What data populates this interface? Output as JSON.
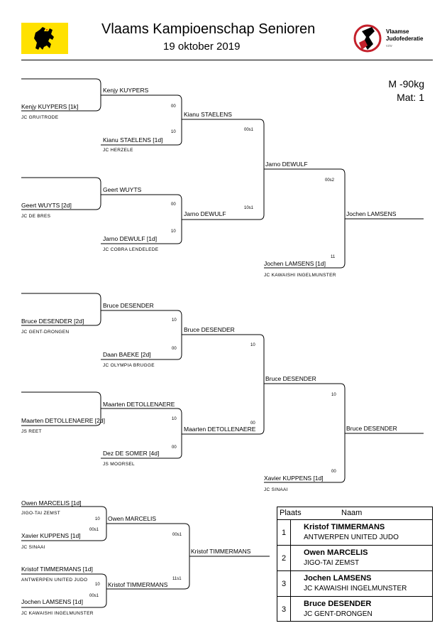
{
  "header": {
    "title": "Vlaams Kampioenschap Senioren",
    "date": "19 oktober 2019",
    "federation_logo_text": "Vlaamse Judofederatie",
    "federation_logo_sub": "vzw"
  },
  "category": {
    "weight": "M -90kg",
    "mat": "Mat: 1"
  },
  "pool1": {
    "r1a_name": "Kenjy KUYPERS [1k]",
    "r1a_club": "JC GRUITRODE",
    "r1b_name": "Kianu STAELENS [1d]",
    "r1b_club": "JC HERZELE",
    "r1c_name": "Geert WUYTS [2d]",
    "r1c_club": "JC DE BRES",
    "r1d_name": "Jarno DEWULF [1d]",
    "r1d_club": "JC COBRA LENDELEDE",
    "w_a": "Kenjy KUYPERS",
    "s_a": "00",
    "w_b_score": "10",
    "w_c": "Geert WUYTS",
    "s_c": "00",
    "w_d_score": "10",
    "r2_top": "Kianu STAELENS",
    "r2_top_score": "00s1",
    "r2_bot": "Jarno DEWULF",
    "r2_bot_score": "10s1",
    "r3": "Jarno DEWULF",
    "r3_score": "00s2",
    "bye_name": "Jochen LAMSENS [1d]",
    "bye_club": "JC KAWAISHI INGELMUNSTER",
    "bye_score": "11",
    "final": "Jochen LAMSENS"
  },
  "pool2": {
    "r1a_name": "Bruce DESENDER [2d]",
    "r1a_club": "JC GENT-DRONGEN",
    "r1b_name": "Daan BAEKE [2d]",
    "r1b_club": "JC OLYMPIA BRUGGE",
    "r1c_name": "Maarten DETOLLENAERE [2d]",
    "r1c_club": "JS REET",
    "r1d_name": "Dez DE SOMER [4d]",
    "r1d_club": "JS MOORSEL",
    "w_a": "Bruce DESENDER",
    "s_a": "10",
    "w_b_score": "00",
    "w_c": "Maarten DETOLLENAERE",
    "s_c": "10",
    "w_d_score": "00",
    "r2_top": "Bruce DESENDER",
    "r2_top_score": "10",
    "r2_bot": "Maarten DETOLLENAERE",
    "r2_bot_score": "00",
    "r3": "Bruce DESENDER",
    "r3_score": "10",
    "bye_name": "Xavier KUPPENS [1d]",
    "bye_club": "JC SINAAI",
    "bye_score": "00",
    "final": "Bruce DESENDER"
  },
  "finals": {
    "a_name": "Owen MARCELIS [1d]",
    "a_club": "JIGO-TAI ZEMST",
    "a_score": "10",
    "b_name": "Xavier KUPPENS [1d]",
    "b_club": "JC SINAAI",
    "b_score": "00s1",
    "c_name": "Kristof TIMMERMANS [1d]",
    "c_club": "ANTWERPEN UNITED JUDO",
    "c_score": "10",
    "d_name": "Jochen LAMSENS [1d]",
    "d_club": "JC KAWAISHI INGELMUNSTER",
    "d_score": "00s1",
    "sf_top": "Owen MARCELIS",
    "sf_top_score": "00s1",
    "sf_bot": "Kristof TIMMERMANS",
    "sf_bot_score": "11s1",
    "winner": "Kristof TIMMERMANS"
  },
  "results": {
    "header_place": "Plaats",
    "header_name": "Naam",
    "rows": [
      {
        "place": "1",
        "name": "Kristof TIMMERMANS",
        "club": "ANTWERPEN UNITED JUDO"
      },
      {
        "place": "2",
        "name": "Owen MARCELIS",
        "club": "JIGO-TAI ZEMST"
      },
      {
        "place": "3",
        "name": "Jochen LAMSENS",
        "club": "JC KAWAISHI INGELMUNSTER"
      },
      {
        "place": "3",
        "name": "Bruce DESENDER",
        "club": "JC GENT-DRONGEN"
      }
    ]
  },
  "colors": {
    "flag_yellow": "#ffe100",
    "logo_red": "#c4202b"
  }
}
